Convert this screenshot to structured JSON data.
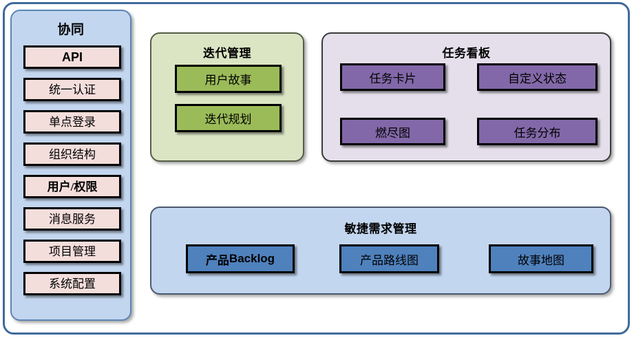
{
  "diagram": {
    "title_hidden": "",
    "outer_border_color": "#40699c",
    "background": "#ffffff"
  },
  "sidebar": {
    "title": "协同",
    "panel_color": "#c3d6ef",
    "item_color": "#f4dedc",
    "items": [
      {
        "label": "API",
        "bold": true
      },
      {
        "label": "统一认证",
        "bold": false
      },
      {
        "label": "单点登录",
        "bold": false
      },
      {
        "label": "组织结构",
        "bold": false
      },
      {
        "label": "用户/权限",
        "bold": true
      },
      {
        "label": "消息服务",
        "bold": false
      },
      {
        "label": "项目管理",
        "bold": false
      },
      {
        "label": "系统配置",
        "bold": false
      }
    ]
  },
  "iteration_panel": {
    "title": "迭代管理",
    "panel_color": "#dbe5c4",
    "box_color": "#9bbb59",
    "boxes": [
      {
        "label": "用户故事"
      },
      {
        "label": "迭代规划"
      }
    ]
  },
  "taskboard_panel": {
    "title": "任务看板",
    "panel_color": "#e4dfeb",
    "box_color": "#8268a8",
    "boxes": [
      {
        "label": "任务卡片"
      },
      {
        "label": "自定义状态"
      },
      {
        "label": "燃尽图"
      },
      {
        "label": "任务分布"
      }
    ]
  },
  "agile_panel": {
    "title": "敏捷需求管理",
    "panel_color": "#c3d6ef",
    "box_color": "#4f81bd",
    "boxes": [
      {
        "label": "产品Backlog",
        "cjk_part": "产品",
        "latin_part": "Backlog"
      },
      {
        "label": "产品路线图"
      },
      {
        "label": "故事地图"
      }
    ]
  }
}
